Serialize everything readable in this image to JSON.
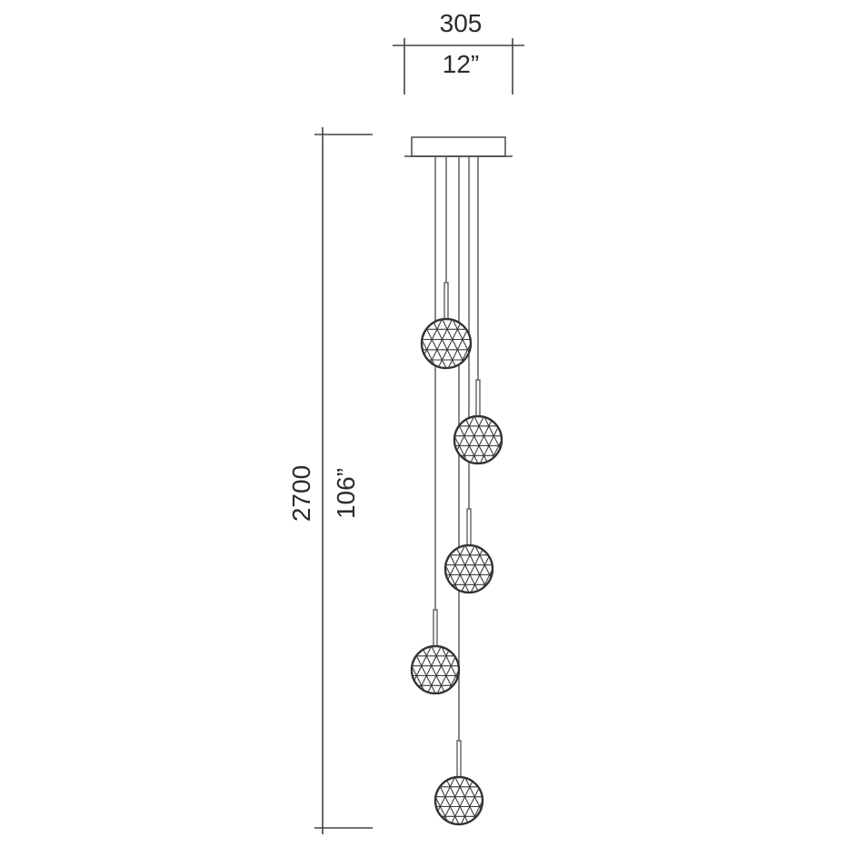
{
  "dimensions": {
    "width_mm": "305",
    "width_in": "12”",
    "height_mm": "2700",
    "height_in": "106”"
  },
  "pendant_count": 5,
  "colors": {
    "line": "#444444",
    "text": "#2b2b2b",
    "background": "#ffffff"
  }
}
